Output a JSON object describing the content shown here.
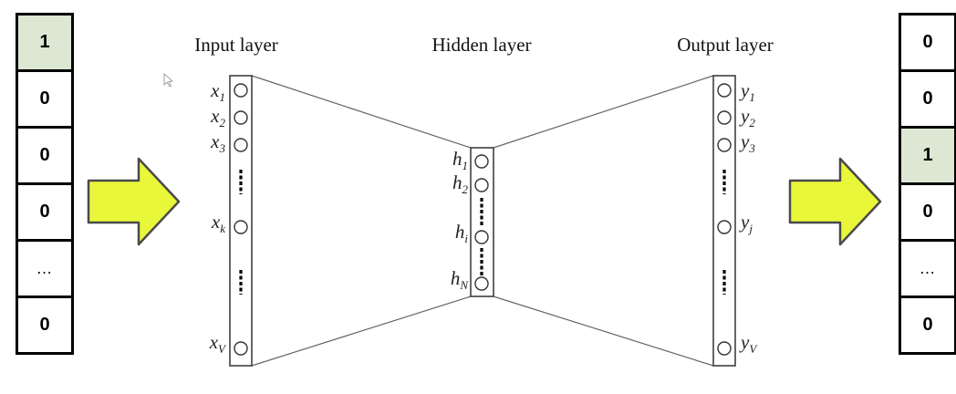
{
  "input_vector": {
    "cells": [
      {
        "text": "1",
        "active": true
      },
      {
        "text": "0",
        "active": false
      },
      {
        "text": "0",
        "active": false
      },
      {
        "text": "0",
        "active": false
      },
      {
        "text": "…",
        "active": false
      },
      {
        "text": "0",
        "active": false
      }
    ]
  },
  "output_vector": {
    "cells": [
      {
        "text": "0",
        "active": false
      },
      {
        "text": "0",
        "active": false
      },
      {
        "text": "1",
        "active": true
      },
      {
        "text": "0",
        "active": false
      },
      {
        "text": "…",
        "active": false
      },
      {
        "text": "0",
        "active": false
      }
    ]
  },
  "layers": {
    "input_label": "Input layer",
    "hidden_label": "Hidden layer",
    "output_label": "Output layer"
  },
  "input_nodes": [
    {
      "base": "x",
      "sub": "1"
    },
    {
      "base": "x",
      "sub": "2"
    },
    {
      "base": "x",
      "sub": "3"
    },
    {
      "base": "x",
      "sub": "k"
    },
    {
      "base": "x",
      "sub": "V"
    }
  ],
  "hidden_nodes": [
    {
      "base": "h",
      "sub": "1"
    },
    {
      "base": "h",
      "sub": "2"
    },
    {
      "base": "h",
      "sub": "i"
    },
    {
      "base": "h",
      "sub": "N"
    }
  ],
  "output_nodes": [
    {
      "base": "y",
      "sub": "1"
    },
    {
      "base": "y",
      "sub": "2"
    },
    {
      "base": "y",
      "sub": "3"
    },
    {
      "base": "y",
      "sub": "j"
    },
    {
      "base": "y",
      "sub": "V"
    }
  ],
  "colors": {
    "arrow_fill": "#e9f73a",
    "arrow_stroke": "#4a4a4a",
    "active_cell": "#dce8d4"
  }
}
